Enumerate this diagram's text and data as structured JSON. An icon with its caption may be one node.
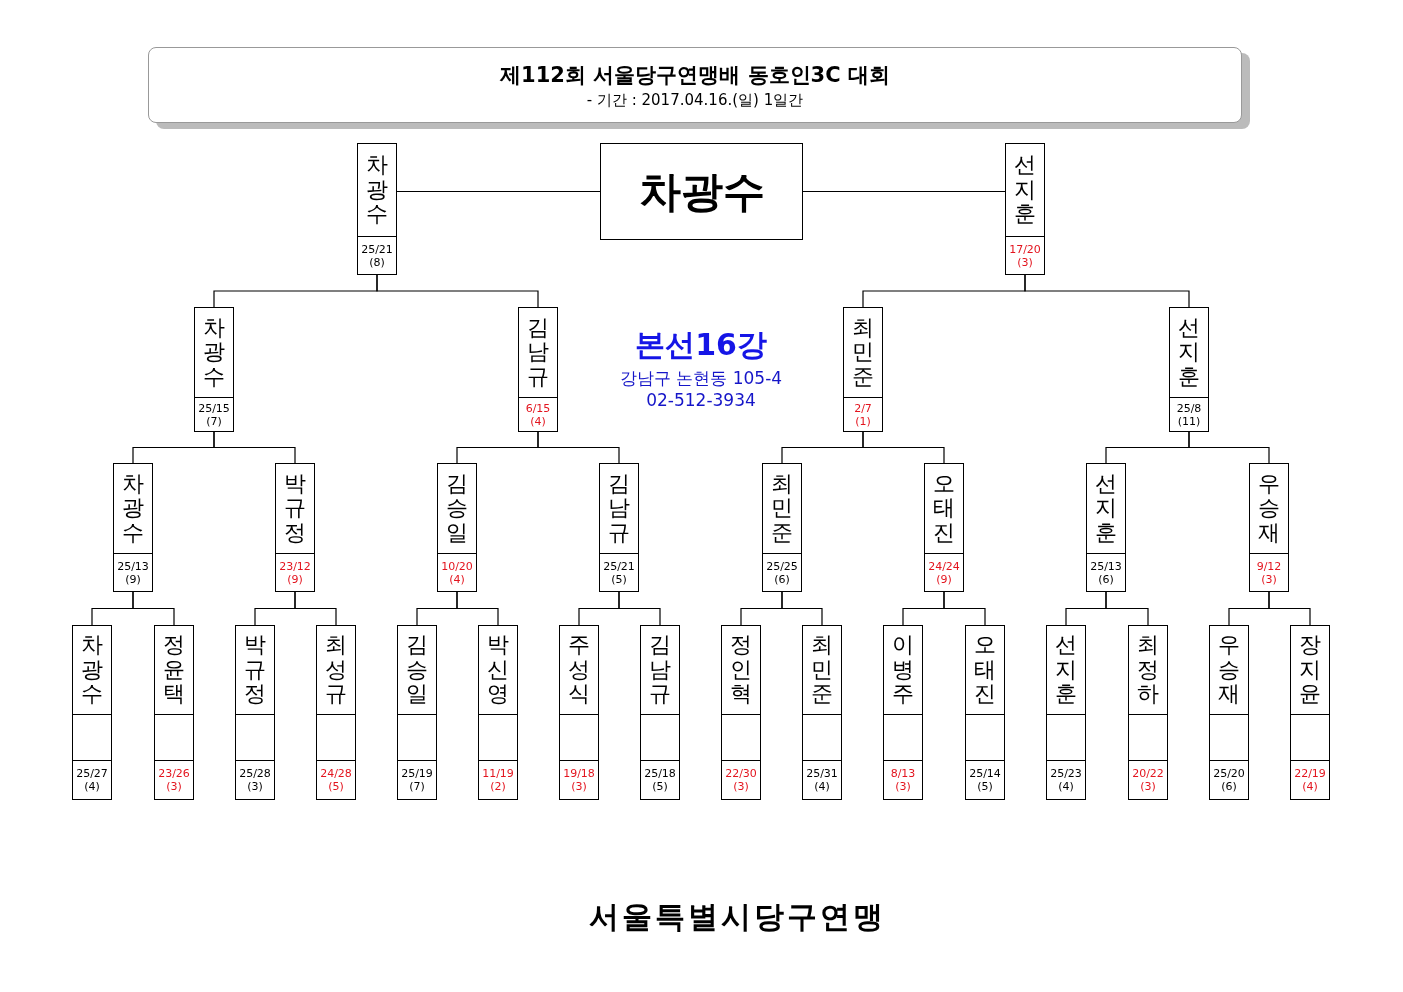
{
  "diagram": {
    "title": "제112회 서울당구연맹배 동호인3C 대회",
    "nodes": [
      {
        "text": [
          "차광수",
          "25/21",
          "(8)"
        ]
      },
      {
        "text": [
          "차광수"
        ]
      },
      {
        "text": [
          "선지훈",
          "17/20",
          "(3)"
        ]
      },
      {
        "text": [
          "차광수",
          "25/15",
          "(7)"
        ]
      },
      {
        "text": [
          "김남규",
          "6/15",
          "(4)"
        ]
      },
      {
        "text": [
          "최민준",
          "2/7",
          "(1)"
        ]
      },
      {
        "text": [
          "선지훈",
          "25/8",
          "(11)"
        ]
      },
      {
        "text": [
          "차광수",
          "25/13",
          "(9)"
        ]
      },
      {
        "text": [
          "박규정",
          "23/12",
          "(9)"
        ]
      },
      {
        "text": [
          "김승일",
          "10/20",
          "(4)"
        ]
      },
      {
        "text": [
          "김남규",
          "25/21",
          "(5)"
        ]
      },
      {
        "text": [
          "최민준",
          "25/25",
          "(6)"
        ]
      },
      {
        "text": [
          "오태진",
          "24/24",
          "(9)"
        ]
      },
      {
        "text": [
          "선지훈",
          "25/13",
          "(6)"
        ]
      },
      {
        "text": [
          "우승재",
          "9/12",
          "(3)"
        ]
      },
      {
        "text": [
          "차광수",
          "25/27",
          "(4)"
        ]
      },
      {
        "text": [
          "정윤택",
          "23/26",
          "(3)"
        ]
      },
      {
        "text": [
          "박규정",
          "25/28",
          "(3)"
        ]
      },
      {
        "text": [
          "최성규",
          "24/28",
          "(5)"
        ]
      },
      {
        "text": [
          "김승일",
          "25/19",
          "(7)"
        ]
      },
      {
        "text": [
          "박신영",
          "11/19",
          "(2)"
        ]
      },
      {
        "text": [
          "주성식",
          "19/18",
          "(3)"
        ]
      },
      {
        "text": [
          "김남규",
          "25/18",
          "(5)"
        ]
      },
      {
        "text": [
          "정인혁",
          "22/30",
          "(3)"
        ]
      },
      {
        "text": [
          "최민준",
          "25/31",
          "(4)"
        ]
      },
      {
        "text": [
          "이병주",
          "8/13",
          "(3)"
        ]
      },
      {
        "text": [
          "오태진",
          "25/14",
          "(5)"
        ]
      },
      {
        "text": [
          "선지훈",
          "25/23",
          "(4)"
        ]
      },
      {
        "text": [
          "최정하",
          "20/22",
          "(3)"
        ]
      },
      {
        "text": [
          "우승재",
          "25/20",
          "(6)"
        ]
      },
      {
        "text": [
          "장지윤",
          "22/19",
          "(4)"
        ]
      }
    ],
    "edges": [
      {
        "from": 0,
        "to": 1,
        "arrow": "none"
      },
      {
        "from": 2,
        "to": 1,
        "arrow": "none"
      },
      {
        "from": 3,
        "to": 0,
        "arrow": "none"
      },
      {
        "from": 4,
        "to": 0,
        "arrow": "none"
      },
      {
        "from": 5,
        "to": 2,
        "arrow": "none"
      },
      {
        "from": 6,
        "to": 2,
        "arrow": "none"
      },
      {
        "from": 7,
        "to": 3,
        "arrow": "none"
      },
      {
        "from": 8,
        "to": 3,
        "arrow": "none"
      },
      {
        "from": 9,
        "to": 4,
        "arrow": "none"
      },
      {
        "from": 10,
        "to": 4,
        "arrow": "none"
      },
      {
        "from": 11,
        "to": 5,
        "arrow": "none"
      },
      {
        "from": 12,
        "to": 5,
        "arrow": "none"
      },
      {
        "from": 13,
        "to": 6,
        "arrow": "none"
      },
      {
        "from": 14,
        "to": 6,
        "arrow": "none"
      },
      {
        "from": 15,
        "to": 7,
        "arrow": "none"
      },
      {
        "from": 16,
        "to": 7,
        "arrow": "none"
      },
      {
        "from": 17,
        "to": 8,
        "arrow": "none"
      },
      {
        "from": 18,
        "to": 8,
        "arrow": "none"
      },
      {
        "from": 19,
        "to": 9,
        "arrow": "none"
      },
      {
        "from": 20,
        "to": 9,
        "arrow": "none"
      },
      {
        "from": 21,
        "to": 10,
        "arrow": "none"
      },
      {
        "from": 22,
        "to": 10,
        "arrow": "none"
      },
      {
        "from": 23,
        "to": 11,
        "arrow": "none"
      },
      {
        "from": 24,
        "to": 11,
        "arrow": "none"
      },
      {
        "from": 25,
        "to": 12,
        "arrow": "none"
      },
      {
        "from": 26,
        "to": 12,
        "arrow": "none"
      },
      {
        "from": 27,
        "to": 13,
        "arrow": "none"
      },
      {
        "from": 28,
        "to": 13,
        "arrow": "none"
      },
      {
        "from": 29,
        "to": 14,
        "arrow": "none"
      },
      {
        "from": 30,
        "to": 14,
        "arrow": "none"
      }
    ],
    "labels": [
      "- 기간 : 2017.04.16.(일) 1일간",
      "본선16강",
      "강남구 논현동 105-4",
      "02-512-3934",
      "서울특별시당구연맹"
    ]
  }
}
